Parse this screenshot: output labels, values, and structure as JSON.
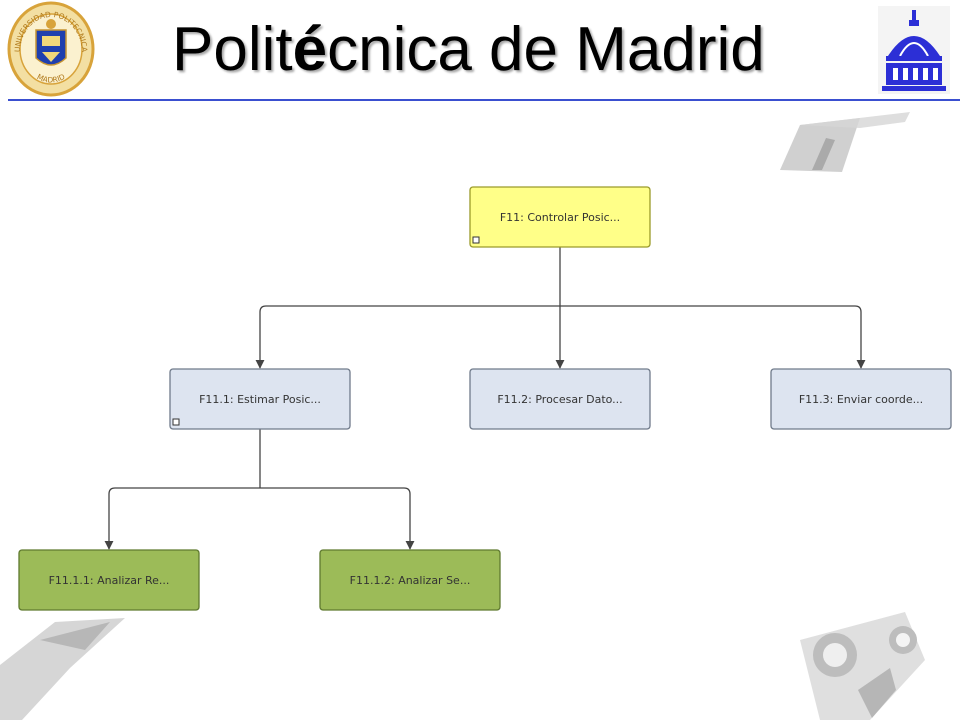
{
  "header": {
    "title_before": "Polit",
    "title_bold": "é",
    "title_after": "cnica de Madrid",
    "seal_text_top": "UNIVERSIDAD POLITECNICA",
    "seal_text_bottom": "MADRID"
  },
  "colors": {
    "header_rule": "#3a4fd0",
    "seal_gold": "#d8a33a",
    "seal_blue": "#1f3fae",
    "dome_blue": "#2c2fd6",
    "root_fill": "#ffff88",
    "mid_fill": "#dde4f0",
    "leaf_fill": "#9cbb58",
    "connector": "#444444"
  },
  "diagram": {
    "nodes": [
      {
        "id": "n0",
        "label": "F11: Controlar Posic...",
        "level": 0,
        "has_marker": true
      },
      {
        "id": "n1",
        "label": "F11.1: Estimar Posic...",
        "level": 1,
        "has_marker": true
      },
      {
        "id": "n2",
        "label": "F11.2: Procesar Dato...",
        "level": 1,
        "has_marker": false
      },
      {
        "id": "n3",
        "label": "F11.3: Enviar coorde...",
        "level": 1,
        "has_marker": false
      },
      {
        "id": "n4",
        "label": "F11.1.1: Analizar Re...",
        "level": 2,
        "has_marker": false
      },
      {
        "id": "n5",
        "label": "F11.1.2: Analizar Se...",
        "level": 2,
        "has_marker": false
      }
    ],
    "edges": [
      {
        "from": "n0",
        "to": "n1"
      },
      {
        "from": "n0",
        "to": "n2"
      },
      {
        "from": "n0",
        "to": "n3"
      },
      {
        "from": "n1",
        "to": "n4"
      },
      {
        "from": "n1",
        "to": "n5"
      }
    ]
  }
}
